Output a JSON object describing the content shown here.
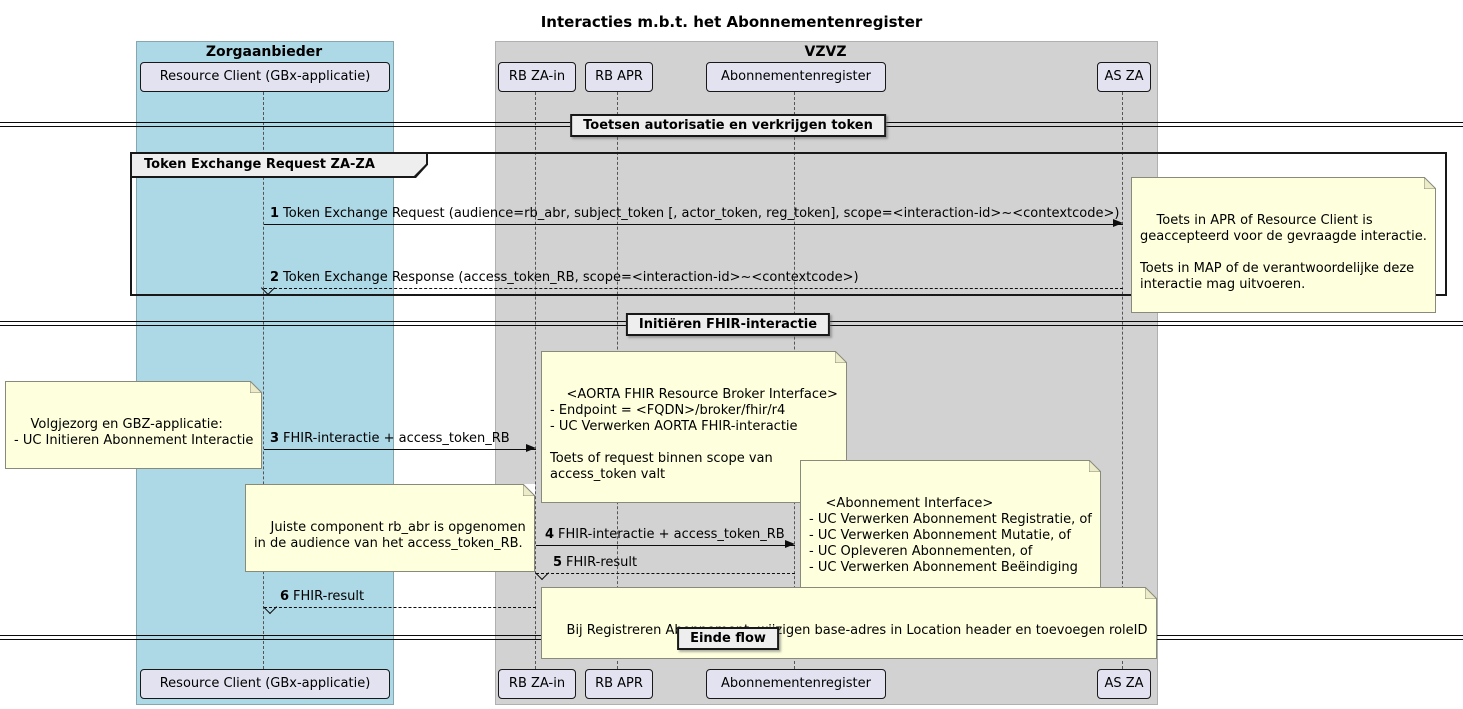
{
  "title": "Interacties m.b.t. het Abonnementenregister",
  "boxes": {
    "zorgaanbieder": {
      "label": "Zorgaanbieder",
      "color": "#ADD8E6"
    },
    "vzvz": {
      "label": "VZVZ",
      "color": "#D2D2D2"
    }
  },
  "participants": [
    {
      "label": "Resource Client (GBx-applicatie)"
    },
    {
      "label": "RB ZA-in"
    },
    {
      "label": "RB APR"
    },
    {
      "label": "Abonnementenregister"
    },
    {
      "label": "AS ZA"
    }
  ],
  "dividers": [
    {
      "label": "Toetsen autorisatie en verkrijgen token"
    },
    {
      "label": "Initiëren FHIR-interactie"
    },
    {
      "label": "Einde flow"
    }
  ],
  "group": {
    "label": "Token Exchange Request ZA-ZA"
  },
  "messages": [
    {
      "num": "1",
      "text": "Token Exchange Request (audience=rb_abr, subject_token [, actor_token, reg_token], scope=<interaction-id>~<contextcode>)"
    },
    {
      "num": "2",
      "text": "Token Exchange Response (access_token_RB, scope=<interaction-id>~<contextcode>)"
    },
    {
      "num": "3",
      "text": "FHIR-interactie + access_token_RB"
    },
    {
      "num": "4",
      "text": "FHIR-interactie + access_token_RB"
    },
    {
      "num": "5",
      "text": "FHIR-result"
    },
    {
      "num": "6",
      "text": "FHIR-result"
    }
  ],
  "notes": {
    "apr_map": "Toets in APR of Resource Client is\ngeaccepteerd voor de gevraagde interactie.\n\nToets in MAP of de verantwoordelijke deze\ninteractie mag uitvoeren.",
    "volgjezorg": "Volgjezorg en GBZ-applicatie:\n- UC Initieren Abonnement Interactie",
    "aorta_interface": "<AORTA FHIR Resource Broker Interface>\n- Endpoint = <FQDN>/broker/fhir/r4\n- UC Verwerken AORTA FHIR-interactie\n\nToets of request binnen scope van\naccess_token valt",
    "juiste_component": "Juiste component rb_abr is opgenomen\nin de audience van het access_token_RB.",
    "abonnement_interface": "<Abonnement Interface>\n- UC Verwerken Abonnement Registratie, of\n- UC Verwerken Abonnement Mutatie, of\n- UC Opleveren Abonnementen, of\n- UC Verwerken Abonnement Beëindiging",
    "registreren": "Bij Registreren Abonnement: wijzigen base-adres in Location header en toevoegen roleID"
  },
  "colors": {
    "note_bg": "#FEFFDD",
    "note_border": "#8A8A7A",
    "participant_bg": "#E2E2F0",
    "participant_border": "#181818",
    "divider_bg": "#EEEEEE"
  }
}
